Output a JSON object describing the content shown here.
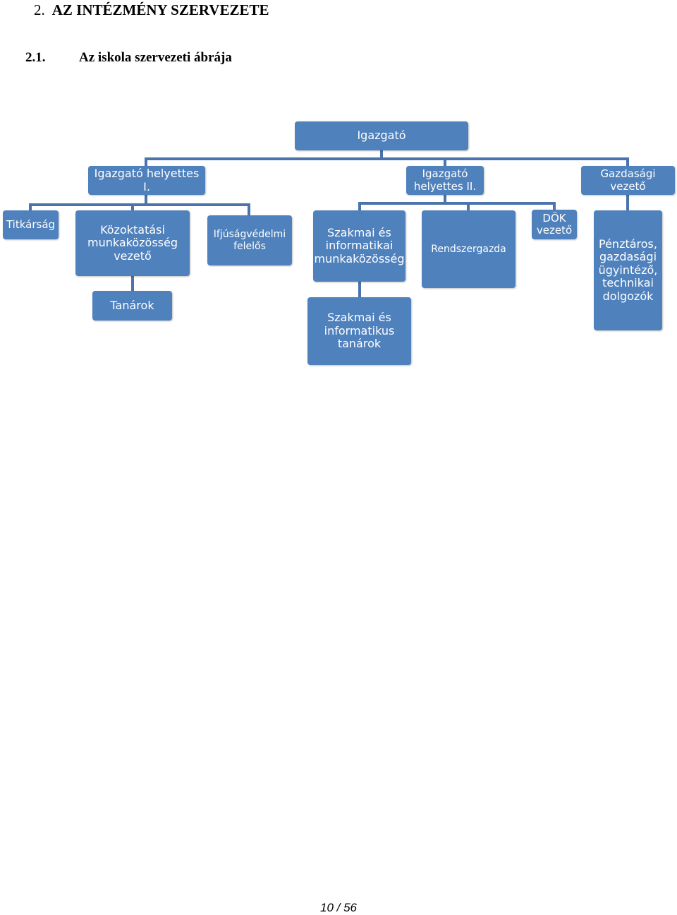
{
  "heading": {
    "section_number": "2.",
    "section_title": "AZ INTÉZMÉNY SZERVEZETE",
    "subsection_number": "2.1.",
    "subsection_title": "Az iskola szervezeti ábrája"
  },
  "org_chart": {
    "nodes": {
      "igazgato": "Igazgató",
      "helyettes1": "Igazgató helyettes I.",
      "helyettes2": "Igazgató\nhelyettes II.",
      "gazdasagi_vezeto": "Gazdasági\nvezető",
      "titkarsag": "Titkárság",
      "kozoktatasi": "Közoktatási\nmunkaközösség\nvezető",
      "ifjusagvedelmi": "Ifjúságvédelmi\nfelelős",
      "tanarok": "Tanárok",
      "szakmai_munkakozosseg": "Szakmai és\ninformatikai\nmunkaközösség",
      "szakmai_tanarok": "Szakmai és\ninformatikus\ntanárok",
      "rendszergazda": "Rendszergazda",
      "dok": "DÖK\nvezető",
      "penztaros": "Pénztáros,\ngazdasági\nügyintéző,\ntechnikai\ndolgozók"
    },
    "colors": {
      "box": "#4f81bd",
      "connector": "#4a74ab",
      "text": "#ffffff"
    }
  },
  "footer": {
    "page_number": "10 / 56"
  }
}
